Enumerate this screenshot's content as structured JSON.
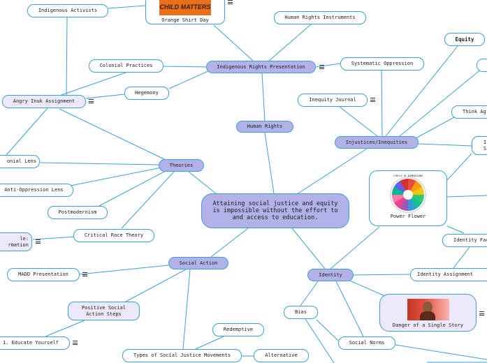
{
  "central_topic": "Attaining social justice and equity is impossible without the effort to and access to education.",
  "nodes": {
    "human_rights": "Human Rights",
    "indigenous_rights_presentation": "Indigenous Rights Presentation",
    "orange_shirt_day": "Orange Shirt Day",
    "orange_shirt_logo": "CHILD MATTERS",
    "human_rights_instruments": "Human Rights Instruments",
    "systematic_oppression": "Systematic Oppression",
    "indigenous_activists": "Indigenous Activists",
    "colonial_practices": "Colonial Practices",
    "hegemony": "Hegemony",
    "angry_inuk_assignment": "Angry Inuk Assignment",
    "theories": "Theories",
    "colonial_lens": "onial Lens",
    "anti_oppression_lens": "Anti-Oppression Lens",
    "postmodernism": "Postmodernism",
    "critical_race_theory": "Critical Race Theory",
    "cut_left_line1": "le:",
    "cut_left_line2": "rmation",
    "social_action": "Social Action",
    "madd_presentation": "MADD Presentation",
    "positive_social_action_steps_line1": "Positive Social",
    "positive_social_action_steps_line2": "Action Steps",
    "educate_yourself": "1. Educate Yourself",
    "types_of_social_justice_movements": "Types of Social Justice Movements",
    "redemptive": "Redemptive",
    "alternative": "Alternative",
    "injustices_inequities": "Injustices/Inequities",
    "inequity_journal": "Inequity Journal",
    "equity": "Equity",
    "think_ag": "Think Ag",
    "power_flower": "Power Flower",
    "power_flower_img_title": "CIRCLE OF DIMENSIONS",
    "identity": "Identity",
    "identity_fac": "Identity Fac",
    "identity_assignment": "Identity Assignment",
    "danger_of_a_single_story": "Danger of a Single Story",
    "bias": "Bias",
    "social_norms": "Social Norms",
    "cut_right_i": "I",
    "cut_right_s": "S"
  },
  "colors": {
    "line": "#3ba0d8",
    "subtopic_fill": "#b2b1e8",
    "image_node_fill": "#ebe9fb",
    "orange_shirt": "#e8701a",
    "background": "#ffffff"
  },
  "icons": [
    "note-icon",
    "orange-shirt-logo-image",
    "power-flower-image",
    "portrait-image"
  ]
}
